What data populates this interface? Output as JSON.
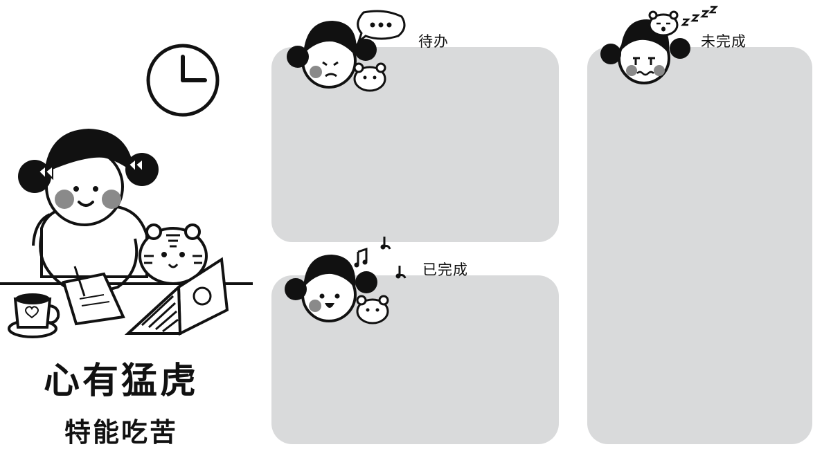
{
  "panels": {
    "todo": {
      "label": "待办"
    },
    "done": {
      "label": "已完成"
    },
    "undone": {
      "label": "未完成"
    }
  },
  "slogan": {
    "main": "心有猛虎",
    "sub": "特能吃苦"
  },
  "colors": {
    "panel_fill": "#d9dadb",
    "ink": "#111111",
    "blush": "#8a8a8a",
    "background": "#ffffff"
  },
  "icons": [
    "clock-icon",
    "girl-writing-illustration",
    "tiger-cub-icon",
    "laptop-icon",
    "coffee-mug-icon",
    "speech-bubble-icon",
    "music-note-icon",
    "sleep-zzz-icon"
  ]
}
